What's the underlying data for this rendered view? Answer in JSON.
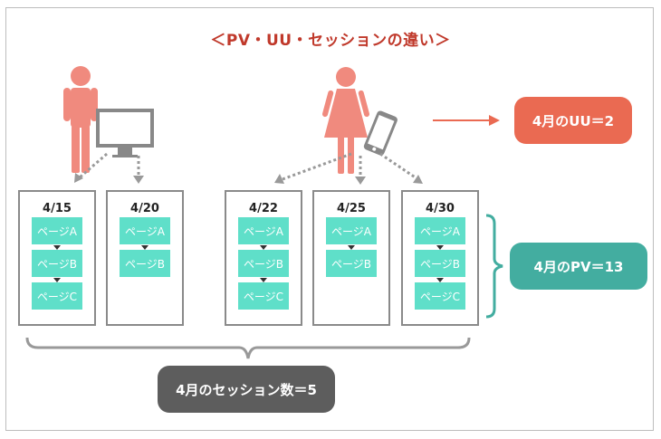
{
  "title": "＜PV・UU・セッションの違い＞",
  "sessions": [
    {
      "date": "4/15",
      "pages": [
        "ページA",
        "ページB",
        "ページC"
      ]
    },
    {
      "date": "4/20",
      "pages": [
        "ページA",
        "ページB"
      ]
    },
    {
      "date": "4/22",
      "pages": [
        "ページA",
        "ページB",
        "ページC"
      ]
    },
    {
      "date": "4/25",
      "pages": [
        "ページA",
        "ページB"
      ]
    },
    {
      "date": "4/30",
      "pages": [
        "ページA",
        "ページB",
        "ページC"
      ]
    }
  ],
  "labels": {
    "uu": "4月のUU＝2",
    "pv": "4月のPV＝13",
    "session": "4月のセッション数＝5"
  },
  "icons": {
    "user1": "man-icon",
    "device1": "monitor-icon",
    "user2": "woman-icon",
    "device2": "smartphone-icon"
  },
  "colors": {
    "title": "#c0392b",
    "uu": "#ea6a52",
    "pv": "#43ada0",
    "session": "#5d5d5d",
    "page": "#5fdfc9",
    "person": "#f08a7e"
  }
}
